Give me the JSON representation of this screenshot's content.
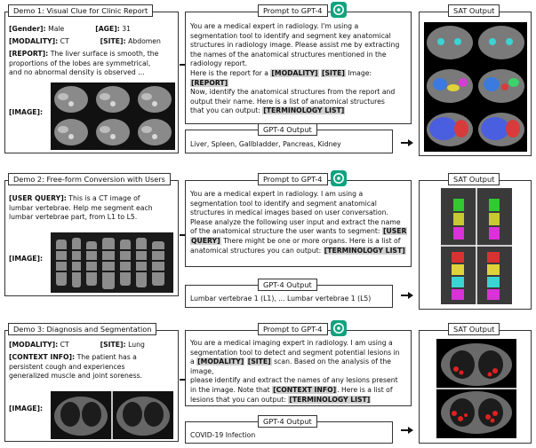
{
  "demo1": {
    "title": "Demo 1: Visual Clue for Clinic Report",
    "gender_label": "[Gender]:",
    "gender": "Male",
    "age_label": "[AGE]:",
    "age": "31",
    "modality_label": "[MODALITY]:",
    "modality": "CT",
    "site_label": "[SITE]:",
    "site": "Abdomen",
    "report_label": "[REPORT]:",
    "report_line1": "The liver surface is smooth, the",
    "report_line2": "proportions of the lobes are symmetrical,",
    "report_line3": "and no abnormal density is observed ...",
    "image_label": "[IMAGE]:",
    "prompt_title": "Prompt to GPT-4",
    "prompt_lines": [
      "You are a medical expert in radiology. I'm using a",
      "segmentation tool to identify and segment key anatomical",
      "structures in radiology image. Please assist me by extracting",
      "the names of the anatomical structures mentioned in the",
      "radiology report."
    ],
    "prompt_p2_a": "Here is the report for a",
    "prompt_p2_tag1": "[MODALITY]",
    "prompt_p2_tag2": "[SITE]",
    "prompt_p2_b": "Image:",
    "prompt_p2_tag3": "[REPORT]",
    "prompt_p3_line1": "Now, identify the anatomical structures from the report and",
    "prompt_p3_line2": "output their name. Here is a list of anatomical structures",
    "prompt_p3_a": "that you can output:",
    "prompt_p3_tag": "[TERMINOLOGY LIST]",
    "output_title": "GPT-4 Output",
    "output_text": "Liver, Spleen, Gallbladder, Pancreas, Kidney",
    "sat_title": "SAT Output"
  },
  "demo2": {
    "title": "Demo 2: Free-form Conversion with Users",
    "query_label": "[USER QUERY]:",
    "query_line1": "This is a CT image of",
    "query_line2": "lumbar vertebrae. Help me segment each",
    "query_line3": "lumbar vertebrae part, from L1 to L5.",
    "image_label": "[IMAGE]:",
    "prompt_title": "Prompt to GPT-4",
    "prompt_lines": [
      "You are a medical expert in radiology. I am using a",
      "segmentation tool to identify and segment anatomical",
      "structures in medical images based on user conversation.",
      "Please analyze the following user input and extract the name"
    ],
    "prompt_l5_a": "of the anatomical structure the user wants to segment:",
    "prompt_tag_query1": "[USER",
    "prompt_tag_query2": "QUERY]",
    "prompt_l6_b": "There might be one or more organs. Here is a list of",
    "prompt_l7_a": "anatomical structures you can output:",
    "prompt_tag_term": "[TERMINOLOGY LIST]",
    "output_title": "GPT-4 Output",
    "output_text": "Lumbar vertebrae 1 (L1), ... Lumbar vertebrae 1 (L5)",
    "sat_title": "SAT Output"
  },
  "demo3": {
    "title": "Demo 3: Diagnosis and Segmentation",
    "modality_label": "[MODALITY]:",
    "modality": "CT",
    "site_label": "[SITE]:",
    "site": "Lung",
    "context_label": "[CONTEXT INFO]:",
    "context_line1": "The patient has a",
    "context_line2": "persistent cough and experiences",
    "context_line3": "generalized muscle and joint soreness.",
    "image_label": "[IMAGE]:",
    "prompt_title": "Prompt to GPT-4",
    "prompt_l1": "You are a medical imaging expert in radiology. I am using a",
    "prompt_l2": "segmentation tool to detect and segment potential lesions in",
    "prompt_l3_a": "a",
    "prompt_tag_mod": "[MODALITY]",
    "prompt_tag_site": "[SITE]",
    "prompt_l3_b": "scan. Based on the analysis of the image,",
    "prompt_l4": "please identify and extract the names of any lesions present",
    "prompt_l5_a": "in the image. Note that",
    "prompt_tag_ctx": "[CONTEXT INFO]",
    "prompt_l5_b": ". Here is a list of",
    "prompt_l6_a": "lesions that you can output:",
    "prompt_tag_term": "[TERMINOLOGY LIST]",
    "output_title": "GPT-4 Output",
    "output_text": "COVID-19 Infection",
    "sat_title": "SAT Output"
  },
  "colors": {
    "border": "#333333",
    "highlight": "#cfcfcf",
    "gpt_green": "#10a37f"
  },
  "icons": [
    "arrow-right-icon",
    "openai-logo-icon"
  ]
}
